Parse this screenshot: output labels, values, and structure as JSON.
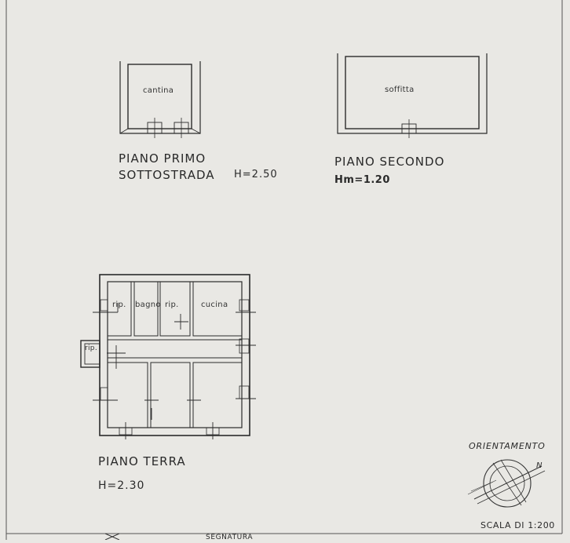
{
  "rooms": {
    "cantina": "cantina",
    "soffitta": "soffitta",
    "rip1": "rip.",
    "bagno": "bagno",
    "rip2": "rip.",
    "cucina": "cucina",
    "rip3": "rip."
  },
  "floors": {
    "primo_line1": "PIANO  PRIMO",
    "primo_line2": "SOTTOSTRADA",
    "primo_height": "H=2.50",
    "secondo": "PIANO  SECONDO",
    "secondo_height": "Hm=1.20",
    "terra": "PIANO  TERRA",
    "terra_height": "H=2.30"
  },
  "compass": {
    "title": "ORIENTAMENTO",
    "north": "N",
    "scale": "SCALA DI 1:200"
  },
  "footer": {
    "center": "SEGNATURA"
  },
  "colors": {
    "paper": "#e9e8e4",
    "ink": "#2b2b2b",
    "wall_hatch": "#bdbdb8"
  }
}
